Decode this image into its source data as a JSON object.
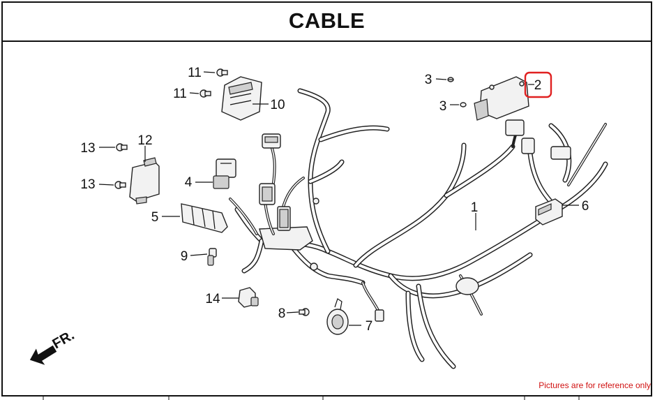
{
  "header": {
    "title": "CABLE"
  },
  "callouts": {
    "c1": "1",
    "c2": "2",
    "c3a": "3",
    "c3b": "3",
    "c4": "4",
    "c5": "5",
    "c6": "6",
    "c7": "7",
    "c8": "8",
    "c9": "9",
    "c10": "10",
    "c11a": "11",
    "c11b": "11",
    "c12": "12",
    "c13a": "13",
    "c13b": "13",
    "c14": "14"
  },
  "direction": {
    "label": "FR."
  },
  "highlight": {
    "part": "2",
    "color": "#e02020"
  },
  "footer": {
    "note": "Pictures are for reference only"
  },
  "colors": {
    "line": "#111111",
    "part_fill": "#f2f2f2",
    "note": "#d01010"
  }
}
